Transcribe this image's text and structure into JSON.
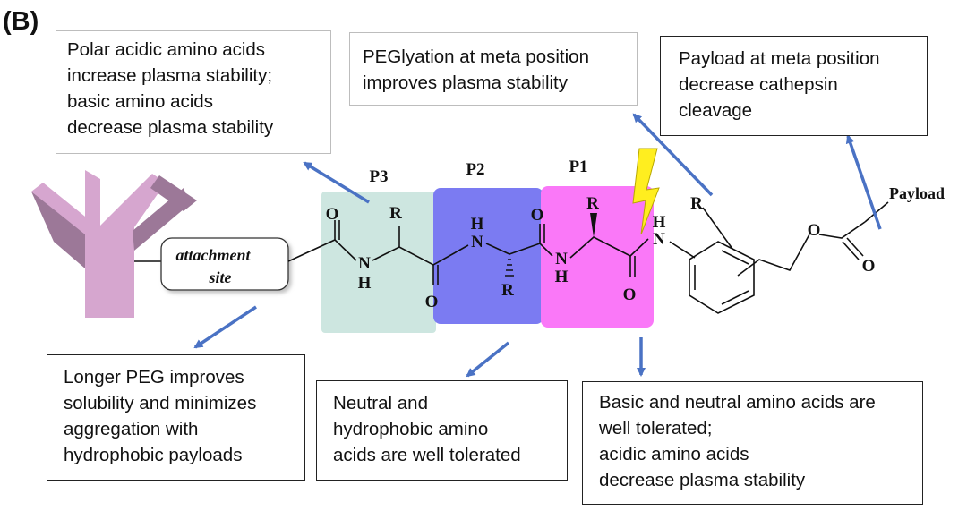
{
  "panel_label": "(B)",
  "callouts": {
    "p3_note": "Polar acidic amino acids\nincrease plasma stability;\nbasic amino acids\ndecrease plasma stability",
    "pegylation_note": "PEGlyation at meta position\nimproves plasma stability",
    "payload_note": "Payload at meta position\ndecrease cathepsin\ncleavage",
    "peg_length_note": "Longer PEG improves\nsolubility and minimizes\naggregation with\nhydrophobic payloads",
    "p2_note": "Neutral and\nhydrophobic amino\nacids are well tolerated",
    "p1_note": "Basic and neutral amino acids are\nwell tolerated;\nacidic amino acids\ndecrease plasma stability"
  },
  "structure": {
    "attachment_line1": "attachment",
    "attachment_line2": "site",
    "p3": "P3",
    "p2": "P2",
    "p1": "P1",
    "payload": "Payload",
    "atom_O": "O",
    "atom_N": "N",
    "atom_H": "H",
    "group_R": "R"
  },
  "colors": {
    "p3_region": "#cde6e0",
    "p2_region": "#7b7bf2",
    "p1_region": "#fa78f8",
    "antibody": "#d6a6cf",
    "antibody_dark": "#9c7898",
    "arrow": "#4a72c4",
    "bolt": "#ffee1f"
  }
}
